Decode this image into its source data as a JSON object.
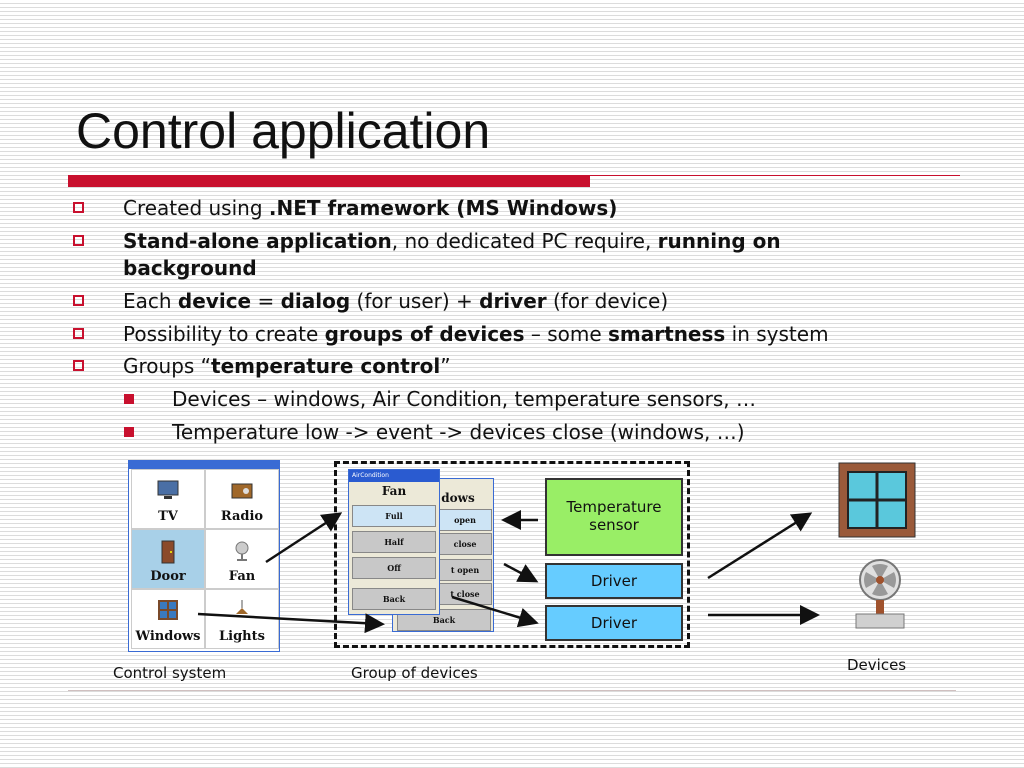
{
  "slide": {
    "title": "Control application",
    "bullets": [
      {
        "pre": "Created using ",
        "b1": ".NET framework (MS Windows)"
      },
      {
        "b1": "Stand-alone application",
        "mid": ", no dedicated PC require, ",
        "b2": "running on",
        "line2": "background"
      },
      {
        "pre": "Each ",
        "b1": "device",
        "mid": " = ",
        "b2": "dialog",
        "mid2": " (for user) + ",
        "b3": "driver",
        "post": " (for device)"
      },
      {
        "pre": "Possibility to create ",
        "b1": "groups of devices",
        "mid": " – some ",
        "b2": "smartness",
        "post": " in system"
      },
      {
        "pre": "Groups “",
        "b1": "temperature control",
        "post": "”"
      }
    ],
    "subbullets": [
      "Devices – windows, Air Condition, temperature sensors, …",
      "Temperature low -> event -> devices close (windows, …)"
    ]
  },
  "diagram": {
    "control_system": {
      "cells": [
        "TV",
        "Radio",
        "Door",
        "Fan",
        "Windows",
        "Lights"
      ],
      "highlight_color": "#a8d0e8"
    },
    "aircond_window": {
      "titlebar": "AirCondition",
      "heading": "Fan",
      "buttons": [
        "Full",
        "Half",
        "Off",
        "Back"
      ]
    },
    "windows_window": {
      "heading": "dows",
      "buttons": [
        "open",
        "close",
        "t open",
        "t close",
        "Back"
      ]
    },
    "temperature_sensor": "Temperature sensor",
    "driver1": "Driver",
    "driver2": "Driver",
    "colors": {
      "sensor": "#99ee66",
      "driver": "#66ccff",
      "accent": "#c8102e"
    }
  },
  "captions": {
    "control_system": "Control system",
    "group": "Group of devices",
    "devices": "Devices"
  }
}
